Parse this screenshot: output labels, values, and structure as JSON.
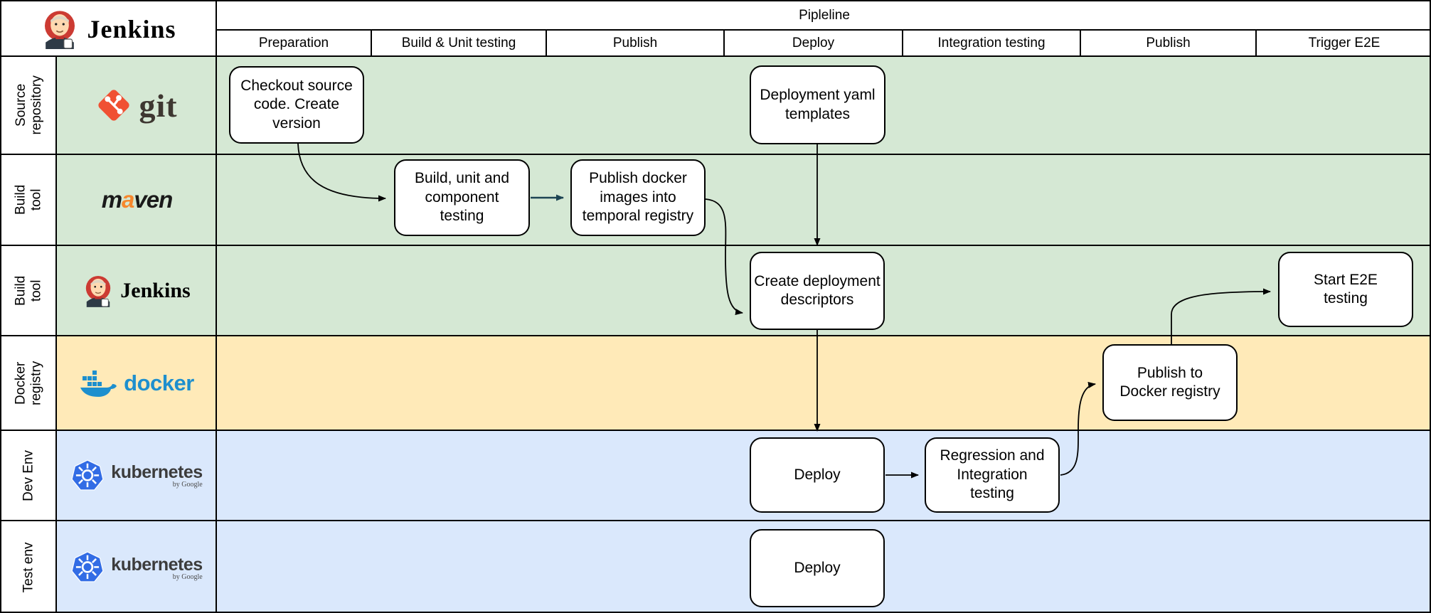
{
  "brand": {
    "app_title": "Jenkins"
  },
  "header": {
    "pipeline_label": "Pipleline",
    "columns": [
      "Preparation",
      "Build & Unit testing",
      "Publish",
      "Deploy",
      "Integration testing",
      "Publish",
      "Trigger E2E"
    ]
  },
  "lanes": [
    {
      "label": "Source repository",
      "tool": "git"
    },
    {
      "label": "Build tool",
      "tool": "maven"
    },
    {
      "label": "Build tool",
      "tool": "jenkins"
    },
    {
      "label": "Docker registry",
      "tool": "docker"
    },
    {
      "label": "Dev Env",
      "tool": "kubernetes"
    },
    {
      "label": "Test env",
      "tool": "kubernetes"
    }
  ],
  "logos": {
    "git": "git",
    "maven_m": "m",
    "maven_a": "a",
    "maven_ven": "ven",
    "jenkins": "Jenkins",
    "docker": "docker",
    "kubernetes": "kubernetes",
    "kubernetes_sub": "by Google"
  },
  "nodes": [
    {
      "id": "checkout",
      "label": "Checkout source code. Create version"
    },
    {
      "id": "deployment-yaml",
      "label": "Deployment yaml templates"
    },
    {
      "id": "build-unit",
      "label": "Build, unit and component testing"
    },
    {
      "id": "publish-temporal",
      "label": "Publish docker images into temporal registry"
    },
    {
      "id": "create-descriptors",
      "label": "Create deployment descriptors"
    },
    {
      "id": "start-e2e",
      "label": "Start E2E testing"
    },
    {
      "id": "publish-registry",
      "label": "Publish to Docker registry"
    },
    {
      "id": "deploy-dev",
      "label": "Deploy"
    },
    {
      "id": "regression",
      "label": "Regression and Integration testing"
    },
    {
      "id": "deploy-test",
      "label": "Deploy"
    }
  ],
  "edges": [
    {
      "from": "checkout",
      "to": "build-unit"
    },
    {
      "from": "build-unit",
      "to": "publish-temporal",
      "accent": true
    },
    {
      "from": "publish-temporal",
      "to": "create-descriptors"
    },
    {
      "from": "deployment-yaml",
      "to": "create-descriptors"
    },
    {
      "from": "create-descriptors",
      "to": "deploy-dev"
    },
    {
      "from": "deploy-dev",
      "to": "regression"
    },
    {
      "from": "regression",
      "to": "publish-registry"
    },
    {
      "from": "publish-registry",
      "to": "start-e2e"
    }
  ],
  "colors": {
    "lane_green": "#d5e8d4",
    "lane_yellow": "#ffeab8",
    "lane_blue": "#dae8fc",
    "arrow": "#000000",
    "arrow_accent": "#1d4453",
    "git_orange": "#f05133",
    "maven_orange": "#f6882e",
    "docker_blue": "#1d8fce",
    "kubernetes_blue": "#326ce5",
    "jenkins_red": "#cc3b33"
  }
}
